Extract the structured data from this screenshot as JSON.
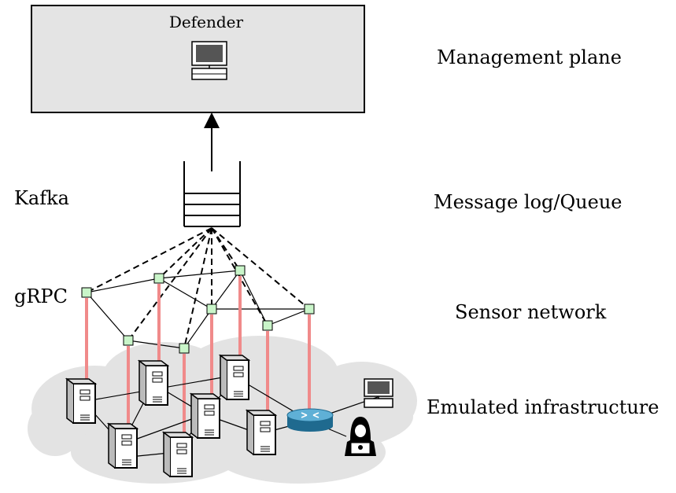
{
  "defender": {
    "label": "Defender"
  },
  "labels": {
    "management_plane": "Management plane",
    "message_log_queue": "Message log/Queue",
    "sensor_network": "Sensor network",
    "emulated_infrastructure": "Emulated infrastructure",
    "kafka": "Kafka",
    "grpc": "gRPC"
  },
  "colors": {
    "panel_fill": "#e4e4e4",
    "cloud_fill": "#e3e3e3",
    "sensor_fill": "#c9f5c9",
    "link_red": "#f08a8a",
    "router_blue": "#2a7fa8"
  }
}
